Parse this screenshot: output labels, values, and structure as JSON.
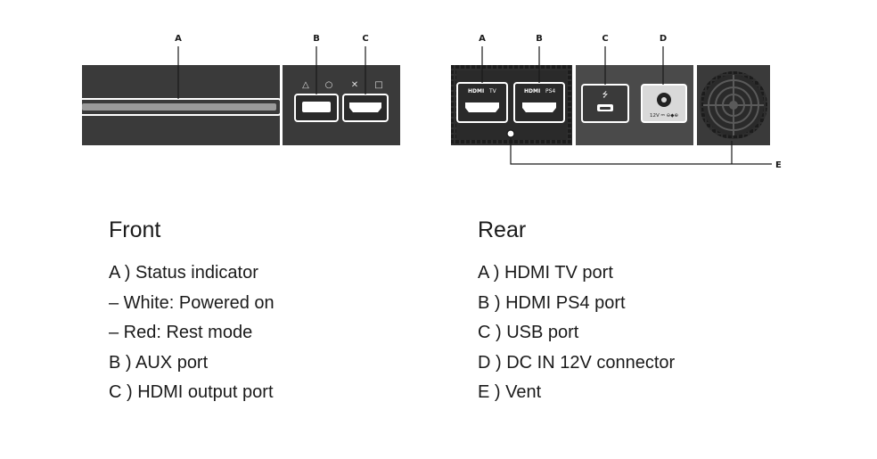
{
  "front": {
    "title": "Front",
    "callouts": {
      "a": "A",
      "b": "B",
      "c": "C"
    },
    "button_symbols": {
      "triangle": "△",
      "circle": "○",
      "cross": "✕",
      "square": "□"
    },
    "items": [
      "A ) Status indicator",
      "– White: Powered on",
      "– Red: Rest mode",
      "B ) AUX port",
      "C ) HDMI output port"
    ]
  },
  "rear": {
    "title": "Rear",
    "callouts": {
      "a": "A",
      "b": "B",
      "c": "C",
      "d": "D",
      "e": "E"
    },
    "port_labels": {
      "hdmi_tv": "TV",
      "hdmi_ps4": "PS4",
      "dc": "12V ⎓ ⊖◆⊕"
    },
    "items": [
      "A ) HDMI TV port",
      "B ) HDMI PS4 port",
      "C ) USB port",
      "D ) DC IN 12V connector",
      "E ) Vent"
    ]
  },
  "colors": {
    "panel": "#3a3a3a",
    "panel_light": "#4a4a4a",
    "line": "#1a1a1a",
    "white": "#ffffff"
  }
}
